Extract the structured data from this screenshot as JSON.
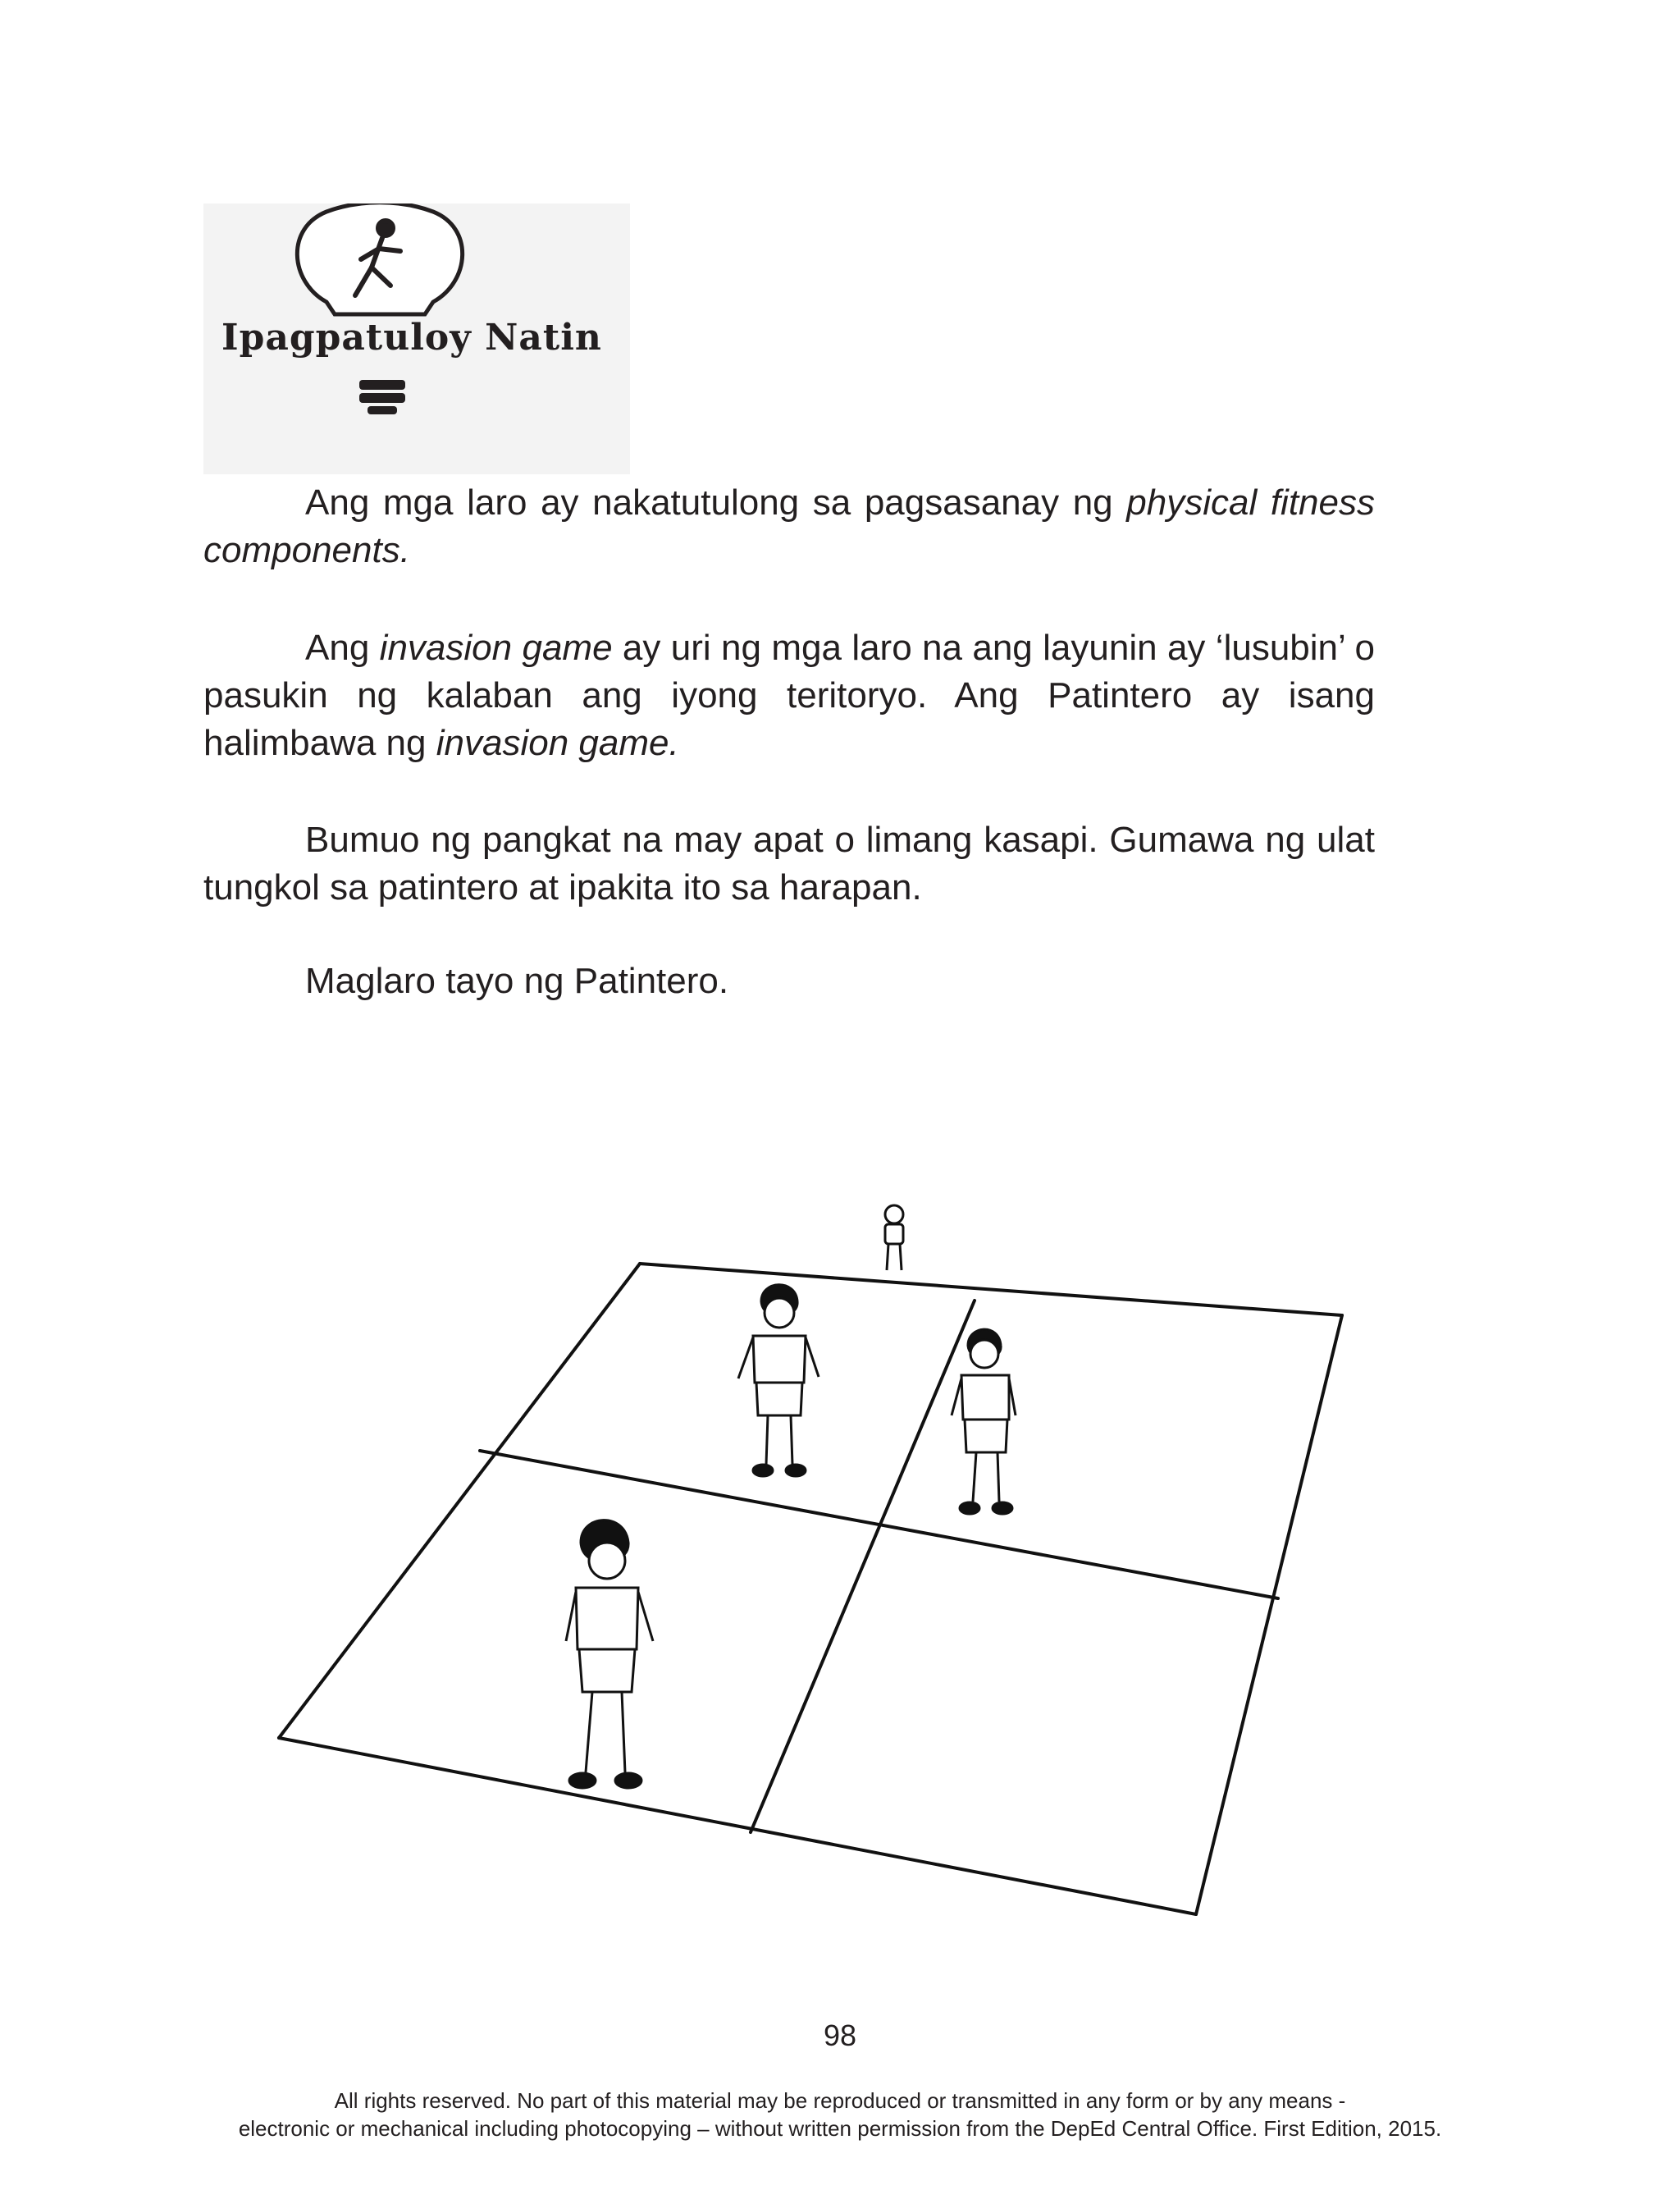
{
  "header": {
    "title": "Ipagpatuloy Natin",
    "icon": "lightbulb-runner-icon"
  },
  "paragraphs": {
    "p1": {
      "text_a": "Ang mga laro ay nakatutulong sa pagsasanay ng ",
      "italic_a": "physical fitness components."
    },
    "p2": {
      "text_a": "Ang ",
      "italic_a": "invasion game",
      "text_b": " ay uri ng mga laro na ang layunin ay ‘lusubin’ o pasukin ng kalaban ang iyong teritoryo. Ang Patintero ay isang halimbawa ng ",
      "italic_b": "invasion game."
    },
    "p3": {
      "text_a": "Bumuo ng pangkat na may apat o limang kasapi. Gumawa ng ulat tungkol sa patintero at ipakita ito sa harapan."
    },
    "p4": {
      "text_a": "Maglaro tayo ng Patintero."
    }
  },
  "illustration": {
    "subject": "patintero-court-with-children",
    "line_color": "#111111"
  },
  "page_number": "98",
  "footer": {
    "line1": "All rights reserved. No part of this material may be reproduced or transmitted in any form or by any means -",
    "line2": "electronic or mechanical including photocopying – without written permission from the DepEd Central Office. First Edition, 2015."
  }
}
